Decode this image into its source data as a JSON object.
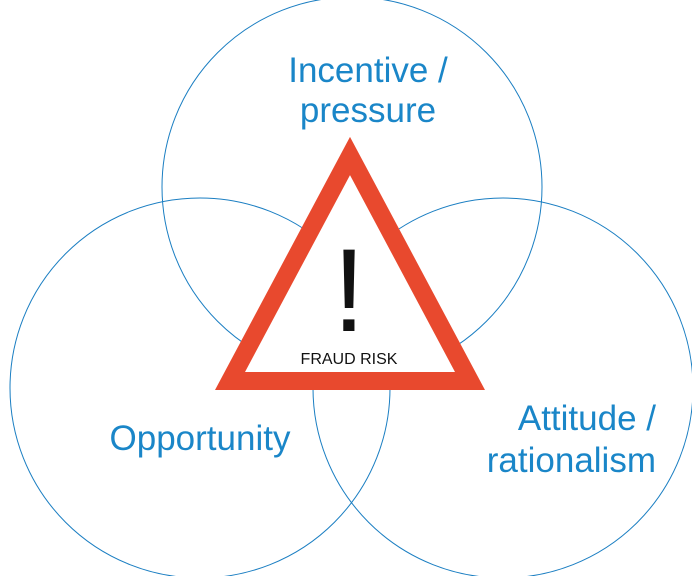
{
  "colors": {
    "circle_stroke": "#1a7ec2",
    "label_text": "#1a86c8",
    "triangle_border": "#e8492e",
    "triangle_fill": "#ffffff",
    "warning_text": "#111111"
  },
  "circles": {
    "top": {
      "label_line1": "Incentive /",
      "label_line2": "pressure"
    },
    "left": {
      "label": "Opportunity"
    },
    "right": {
      "label_line1": "Attitude /",
      "label_line2": "rationalism"
    }
  },
  "warning": {
    "icon": "warning-triangle-icon",
    "mark": "!",
    "caption": "FRAUD RISK"
  }
}
